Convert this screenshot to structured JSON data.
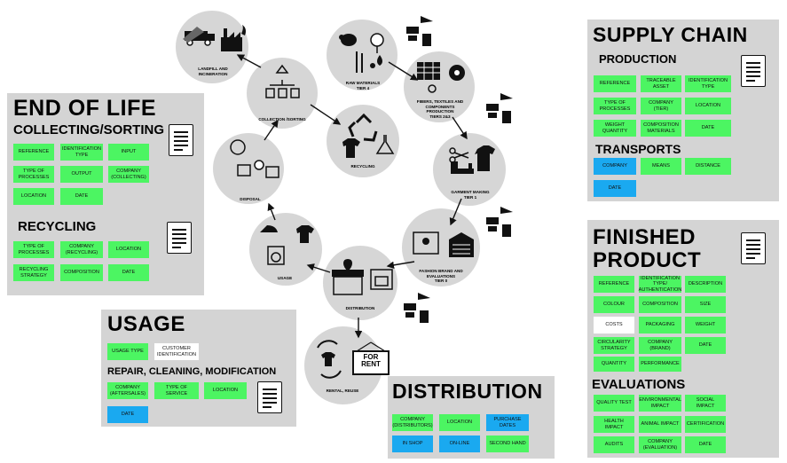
{
  "supply_chain": {
    "title": "SUPPLY CHAIN",
    "production": {
      "title": "PRODUCTION",
      "tags": [
        "REFERENCE",
        "TRACEABLE ASSET",
        "IDENTIFICATION TYPE",
        "TYPE OF PROCESSES",
        "COMPANY (TIER)",
        "LOCATION",
        "WEIGHT QUANTITY",
        "COMPOSITION MATERIALS",
        "DATE"
      ]
    },
    "transports": {
      "title": "TRANSPORTS",
      "tags": [
        "COMPANY",
        "MEANS",
        "DISTANCE",
        "DATE"
      ]
    }
  },
  "end_of_life": {
    "title": "END OF LIFE",
    "collecting": {
      "title": "COLLECTING/SORTING",
      "tags": [
        "REFERENCE",
        "IDENTIFICATION TYPE",
        "INPUT",
        "TYPE OF PROCESSES",
        "OUTPUT",
        "COMPANY (COLLECTING)",
        "LOCATION",
        "DATE"
      ]
    },
    "recycling": {
      "title": "RECYCLING",
      "tags": [
        "TYPE OF PROCESSES",
        "COMPANY (RECYCLING)",
        "LOCATION",
        "RECYCLING STRATEGY",
        "COMPOSITION",
        "DATE"
      ]
    }
  },
  "usage": {
    "title": "USAGE",
    "tags": [
      "USAGE TYPE",
      "CUSTOMER IDENTIFICATION"
    ],
    "repair": {
      "title": "REPAIR, CLEANING, MODIFICATION",
      "tags": [
        "COMPANY (AFTERSALES)",
        "TYPE OF SERVICE",
        "LOCATION",
        "DATE"
      ]
    }
  },
  "distribution": {
    "title": "DISTRIBUTION",
    "tags": [
      "COMPANY (DISTRIBUTORS)",
      "LOCATION",
      "PURCHASE DATES",
      "IN SHOP",
      "ON-LINE",
      "SECOND HAND"
    ]
  },
  "finished_product": {
    "title_line1": "FINISHED",
    "title_line2": "PRODUCT",
    "tags": [
      "REFERENCE",
      "IDENTIFICATION TYPE/ AUTHENTICATION",
      "DESCRIPTION",
      "COLOUR",
      "COMPOSITION",
      "SIZE",
      "COSTS",
      "PACKAGING",
      "WEIGHT",
      "CIRCULARITY STRATEGY",
      "COMPANY (BRAND)",
      "DATE",
      "QUANTITY",
      "PERFORMANCE"
    ],
    "evaluations": {
      "title": "EVALUATIONS",
      "tags": [
        "QUALITY TEST",
        "ENVIRONMENTAL IMPACT",
        "SOCIAL IMPACT",
        "HEALTH IMPACT",
        "ANIMAL IMPACT",
        "CERTIFICATION",
        "AUDITS",
        "COMPANY (EVALUATION)",
        "DATE"
      ]
    }
  },
  "cycle": {
    "landfill": "LANDFILL AND INCINERATION",
    "raw": [
      "RAW MATERIALS",
      "TIER 4"
    ],
    "fibers": [
      "FIBERS, TEXTILES AND",
      "COMPONENTS",
      "PRODUCTION",
      "TIERS 2&3"
    ],
    "collection": "COLLECTION /SORTING",
    "recycling": "RECYCLING",
    "disposal": "DISPOSAL",
    "garment": [
      "GARMENT MAKING",
      "TIER 1"
    ],
    "usage": "USAGE",
    "fashion": [
      "FASHION BRAND AND",
      "EVALUATIONS",
      "TIER 0"
    ],
    "distribution": "DISTRIBUTION",
    "rental": "RENTAL, REUSE",
    "for_rent_sign": [
      "FOR",
      "RENT"
    ]
  },
  "colors": {
    "panel": "#d4d4d4",
    "green_tag": "#4cf562",
    "blue_tag": "#1aa9f0",
    "circle": "#d6d6d6"
  }
}
